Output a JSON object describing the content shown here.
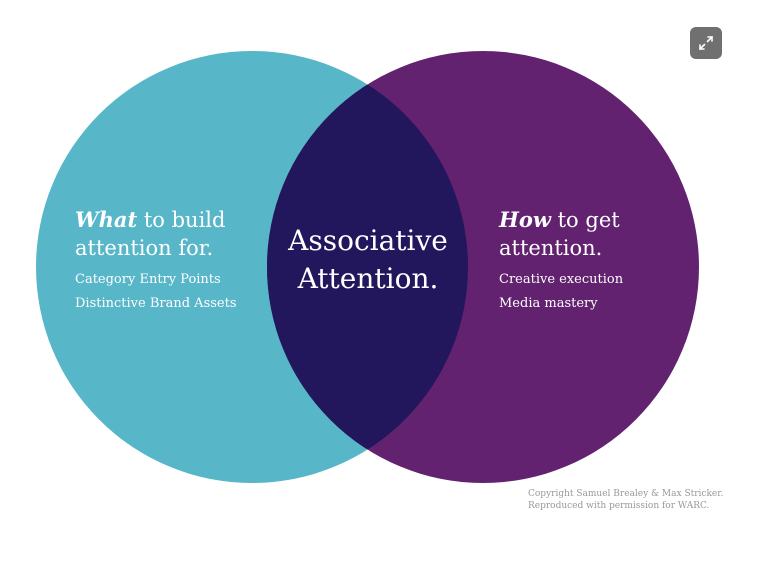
{
  "colors": {
    "left_circle": "#57b6c8",
    "right_circle": "#62226f",
    "overlap": "#22175c",
    "text": "#ffffff",
    "expand_button": "#707070",
    "copyright_text": "#999999"
  },
  "left": {
    "emphasis": "What",
    "line1_rest": " to build",
    "line2": "attention for.",
    "items": [
      "Category Entry Points",
      "Distinctive Brand Assets"
    ]
  },
  "right": {
    "emphasis": "How",
    "line1_rest": " to get",
    "line2": "attention.",
    "items": [
      "Creative execution",
      "Media mastery"
    ]
  },
  "center": {
    "line1": "Associative",
    "line2": "Attention."
  },
  "copyright": {
    "line1": "Copyright Samuel Brealey & Max Stricker.",
    "line2": "Reproduced with permission for WARC."
  },
  "icons": {
    "expand": "expand-arrows-icon"
  }
}
